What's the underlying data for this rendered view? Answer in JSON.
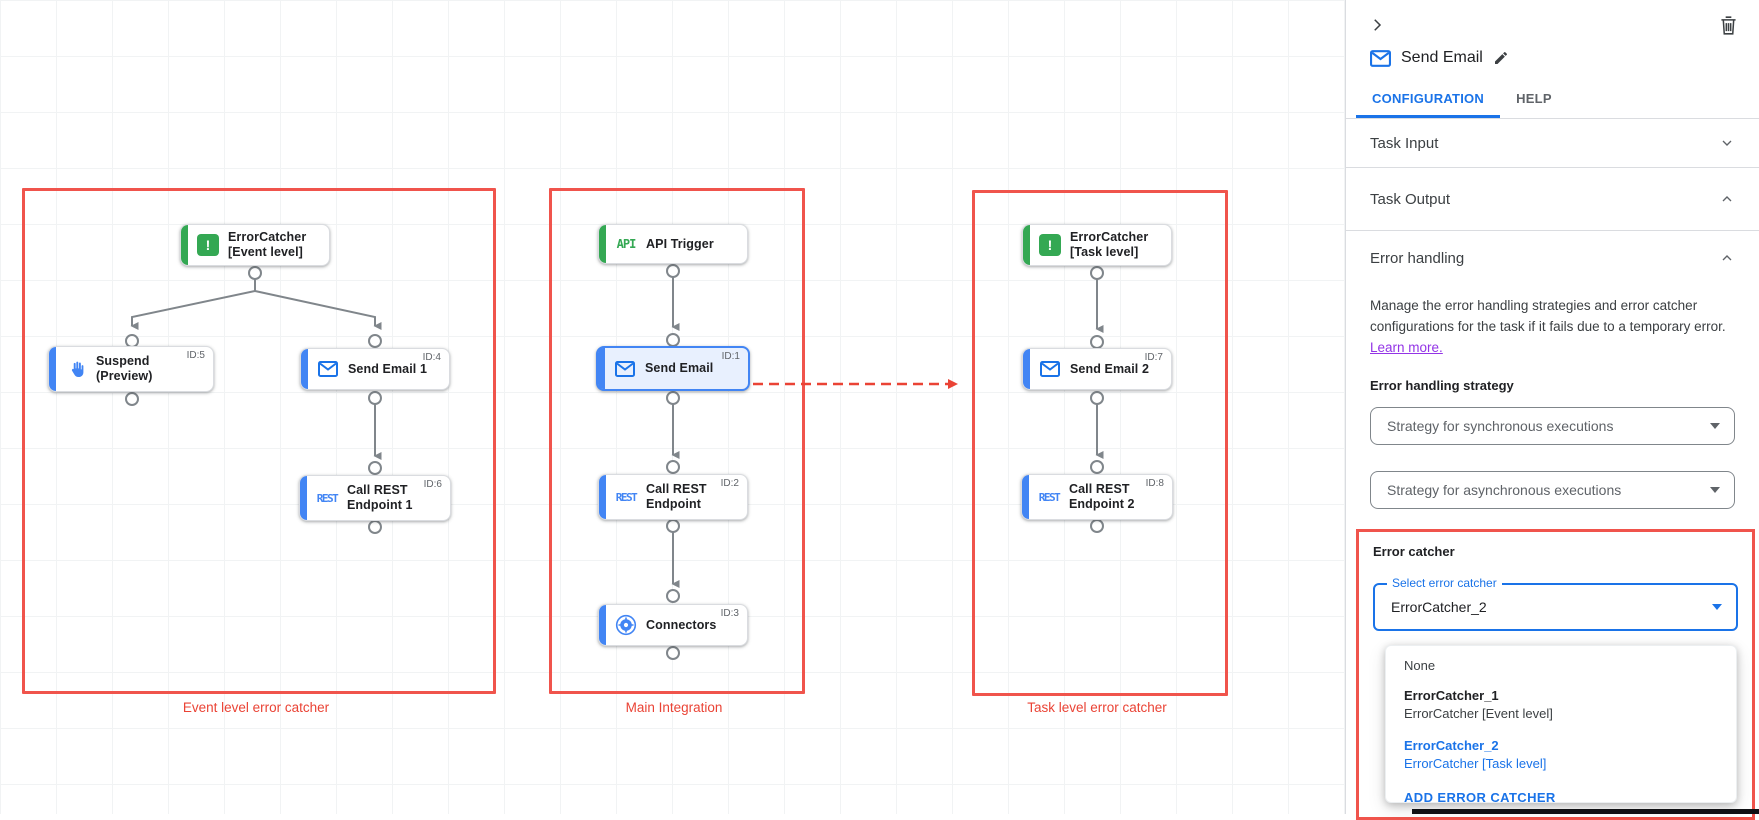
{
  "colors": {
    "accent_blue": "#1a73e8",
    "node_blue": "#4285f4",
    "node_green": "#34a853",
    "annotation_red": "#f0544c",
    "dashed_arrow_red": "#ea4335"
  },
  "canvas": {
    "captions": [
      "Event level error catcher",
      "Main Integration",
      "Task level error catcher"
    ],
    "nodes": {
      "ec_event": {
        "line1": "ErrorCatcher",
        "line2": "[Event level]"
      },
      "suspend": {
        "line1": "Suspend",
        "line2": "(Preview)",
        "id": "ID:5"
      },
      "send_email_1": {
        "line1": "Send Email 1",
        "id": "ID:4"
      },
      "rest_1": {
        "line1": "Call REST",
        "line2": "Endpoint 1",
        "id": "ID:6",
        "icon_text": "REST"
      },
      "api_trigger": {
        "line1": "API Trigger",
        "icon_text": "API"
      },
      "send_email": {
        "line1": "Send Email",
        "id": "ID:1"
      },
      "rest_main": {
        "line1": "Call REST",
        "line2": "Endpoint",
        "id": "ID:2",
        "icon_text": "REST"
      },
      "connectors": {
        "line1": "Connectors",
        "id": "ID:3"
      },
      "ec_task": {
        "line1": "ErrorCatcher",
        "line2": "[Task level]"
      },
      "send_email_2": {
        "line1": "Send Email 2",
        "id": "ID:7"
      },
      "rest_2": {
        "line1": "Call REST",
        "line2": "Endpoint 2",
        "id": "ID:8",
        "icon_text": "REST"
      }
    }
  },
  "panel": {
    "title": "Send Email",
    "tabs": [
      "CONFIGURATION",
      "HELP"
    ],
    "sections": {
      "task_input": "Task Input",
      "task_output": "Task Output",
      "error_handling": "Error handling"
    },
    "error_handling": {
      "description": "Manage the error handling strategies and error catcher configurations for the task if it fails due to a temporary error.",
      "learn_more_label": "Learn more.",
      "strategy_label": "Error handling strategy",
      "sync_select_value": "Strategy for synchronous executions",
      "async_select_value": "Strategy for asynchronous executions",
      "error_catcher_label": "Error catcher",
      "select_floating_label": "Select error catcher",
      "select_value": "ErrorCatcher_2",
      "menu": {
        "none_label": "None",
        "options": [
          {
            "name": "ErrorCatcher_1",
            "desc": "ErrorCatcher [Event level]"
          },
          {
            "name": "ErrorCatcher_2",
            "desc": "ErrorCatcher [Task level]"
          }
        ],
        "add_label": "ADD ERROR CATCHER"
      }
    }
  }
}
